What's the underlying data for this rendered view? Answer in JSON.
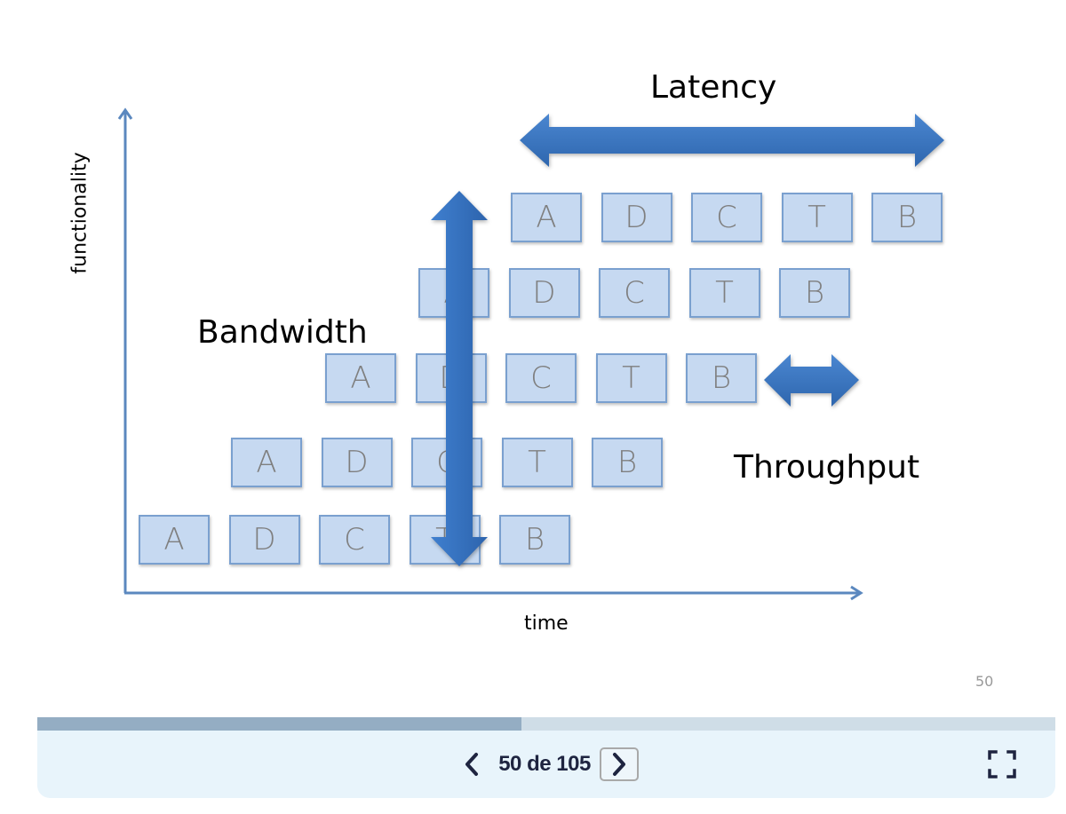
{
  "slide": {
    "title_latency": "Latency",
    "label_bandwidth": "Bandwidth",
    "label_throughput": "Throughput",
    "axis_x_label": "time",
    "axis_y_label": "functionality",
    "slide_number": "50",
    "rows": [
      {
        "stages": [
          "A",
          "D",
          "C",
          "T",
          "B"
        ]
      },
      {
        "stages": [
          "A",
          "D",
          "C",
          "T",
          "B"
        ]
      },
      {
        "stages": [
          "A",
          "D",
          "C",
          "T",
          "B"
        ]
      },
      {
        "stages": [
          "A",
          "D",
          "C",
          "T",
          "B"
        ]
      },
      {
        "stages": [
          "A",
          "D",
          "C",
          "T",
          "B"
        ]
      }
    ],
    "colors": {
      "box_fill": "#c6d9f1",
      "box_border": "#7aa0cf",
      "arrow_blue": "#3a75c4",
      "axis": "#5b88bf"
    }
  },
  "viewer": {
    "progress_fraction": 0.476,
    "page_counter": "50 de 105",
    "current_page": 50,
    "total_pages": 105,
    "prev_icon": "chevron-left-icon",
    "next_icon": "chevron-right-icon",
    "fullscreen_icon": "fullscreen-icon"
  }
}
